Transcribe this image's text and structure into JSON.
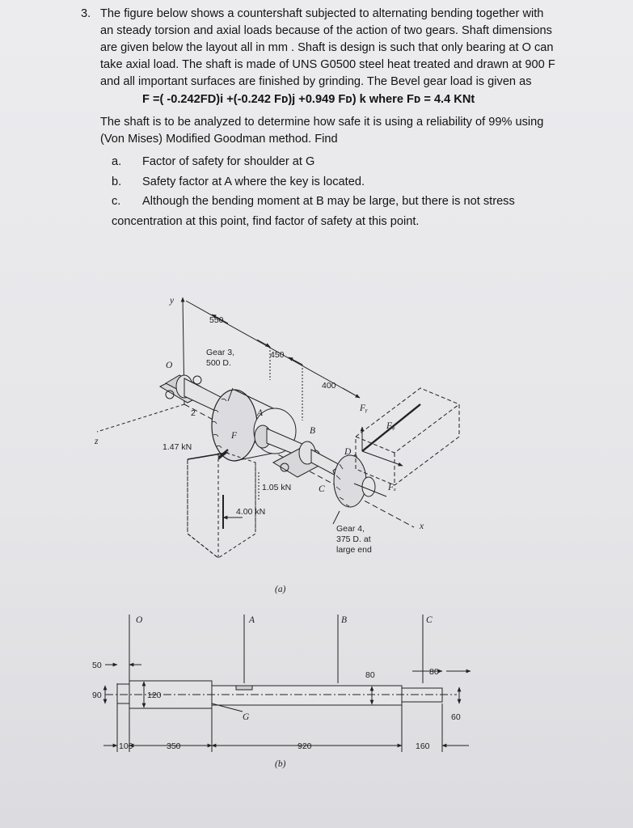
{
  "problem": {
    "number": "3.",
    "paragraph_lines": [
      "The figure below shows a countershaft subjected to alternating bending together with",
      "an steady torsion and axial loads because of the action of two gears. Shaft dimensions",
      "are given below the layout all in mm . Shaft is design is such that only bearing at O can",
      "take axial load. The shaft is made of UNS G0500 steel heat treated and drawn at 900 F",
      "and all important surfaces are finished by grinding. The Bevel gear load is given as"
    ],
    "equation": "F =( -0.242FD)i +(-0.242 Fᴅ)j +0.949 Fᴅ) k where Fᴅ  = 4.4 KNt",
    "statement_lines": [
      "The shaft is to be analyzed to determine how safe it is using a reliability of 99% using",
      "(Von Mises) Modified Goodman method. Find"
    ],
    "items": [
      {
        "label": "a.",
        "text": "Factor of safety for shoulder at G"
      },
      {
        "label": "b.",
        "text": "Safety factor at A where the key is located."
      },
      {
        "label": "c.",
        "text": "Although the bending moment at B may be large, but there is not stress",
        "cont": "concentration at this point, find factor of safety at this point."
      }
    ]
  },
  "figure_a": {
    "labels": {
      "y": "y",
      "z": "z",
      "x": "x",
      "o": "O",
      "two": "2",
      "a": "A",
      "b": "B",
      "c": "C",
      "d": "D",
      "f": "F",
      "fy": "Fᵧ",
      "fz": "Fᵩ",
      "fx": "Fₓ"
    },
    "dims": {
      "d550": "550",
      "d450": "450",
      "d400": "400"
    },
    "gear3": [
      "Gear 3,",
      "500 D."
    ],
    "gear4": [
      "Gear 4,",
      "375 D. at",
      "large end"
    ],
    "forces": {
      "f147": "1.47 kN",
      "f105": "1.05 kN",
      "f400": "4.00 kN"
    },
    "caption": "(a)"
  },
  "figure_b": {
    "labels": {
      "o": "O",
      "a": "A",
      "b": "B",
      "c": "C",
      "g": "G"
    },
    "dims": {
      "d50": "50",
      "d90": "90",
      "d120": "120",
      "d80a": "80",
      "d80b": "80",
      "d60": "60",
      "d100": "100",
      "d350": "350",
      "d920": "920",
      "d160": "160"
    },
    "caption": "(b)"
  }
}
